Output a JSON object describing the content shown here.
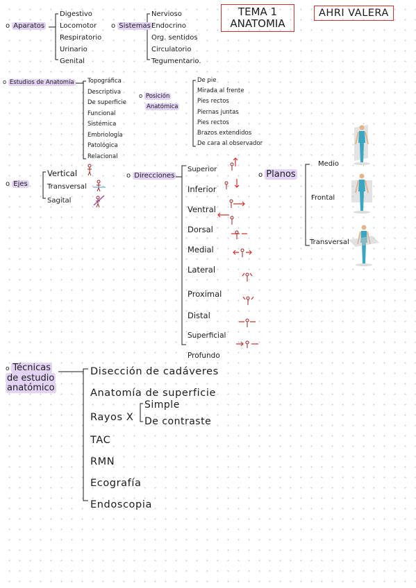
{
  "title_box": {
    "line1": "TEMA 1",
    "line2": "ANATOMIA"
  },
  "name_box": "AHRI VALERA",
  "aparatos": {
    "label": "Aparatos",
    "items": [
      "Digestivo",
      "Locomotor",
      "Respiratorio",
      "Urinario",
      "Genital"
    ]
  },
  "sistemas": {
    "label": "Sistemas",
    "items": [
      "Nervioso",
      "Endocrino",
      "Org. sentidos",
      "Circulatorio",
      "Tegumentario."
    ]
  },
  "estudios": {
    "label": "Estudios de Anatomía",
    "items": [
      "Topográfica",
      "Descriptiva",
      "De superficie",
      "Funcional",
      "Sistémica",
      "Embriología",
      "Patológica",
      "Relacional"
    ]
  },
  "posicion": {
    "label_line1": "Posición",
    "label_line2": "Anatómica",
    "items": [
      "De pie",
      "Mirada al frente",
      "Pies rectos",
      "Piernas juntas",
      "Pies rectos",
      "Brazos extendidos",
      "De cara al observador"
    ]
  },
  "ejes": {
    "label": "Ejes",
    "items": [
      "Vertical",
      "Transversal",
      "Sagital"
    ]
  },
  "direcciones": {
    "label": "Direcciones",
    "items": [
      "Superior",
      "Inferior",
      "Ventral",
      "Dorsal",
      "Medial",
      "Lateral",
      "Proximal",
      "Distal",
      "Superficial",
      "Profundo"
    ]
  },
  "planos": {
    "label": "Planos",
    "items": [
      "Medio",
      "Frontal",
      "Transversal"
    ]
  },
  "tecnicas": {
    "label_line1": "Técnicas",
    "label_line2": "de estudio",
    "label_line3": "anatómico",
    "items": [
      "Disección de cadáveres",
      "Anatomía de superficie",
      "Rayos X",
      "TAC",
      "RMN",
      "Ecografía",
      "Endoscopia"
    ],
    "rayos_sub": [
      "Simple",
      "De contraste"
    ]
  },
  "colors": {
    "highlight": "#e3d3f5",
    "red": "#d32f2f",
    "figure": "#3aa6c2"
  }
}
